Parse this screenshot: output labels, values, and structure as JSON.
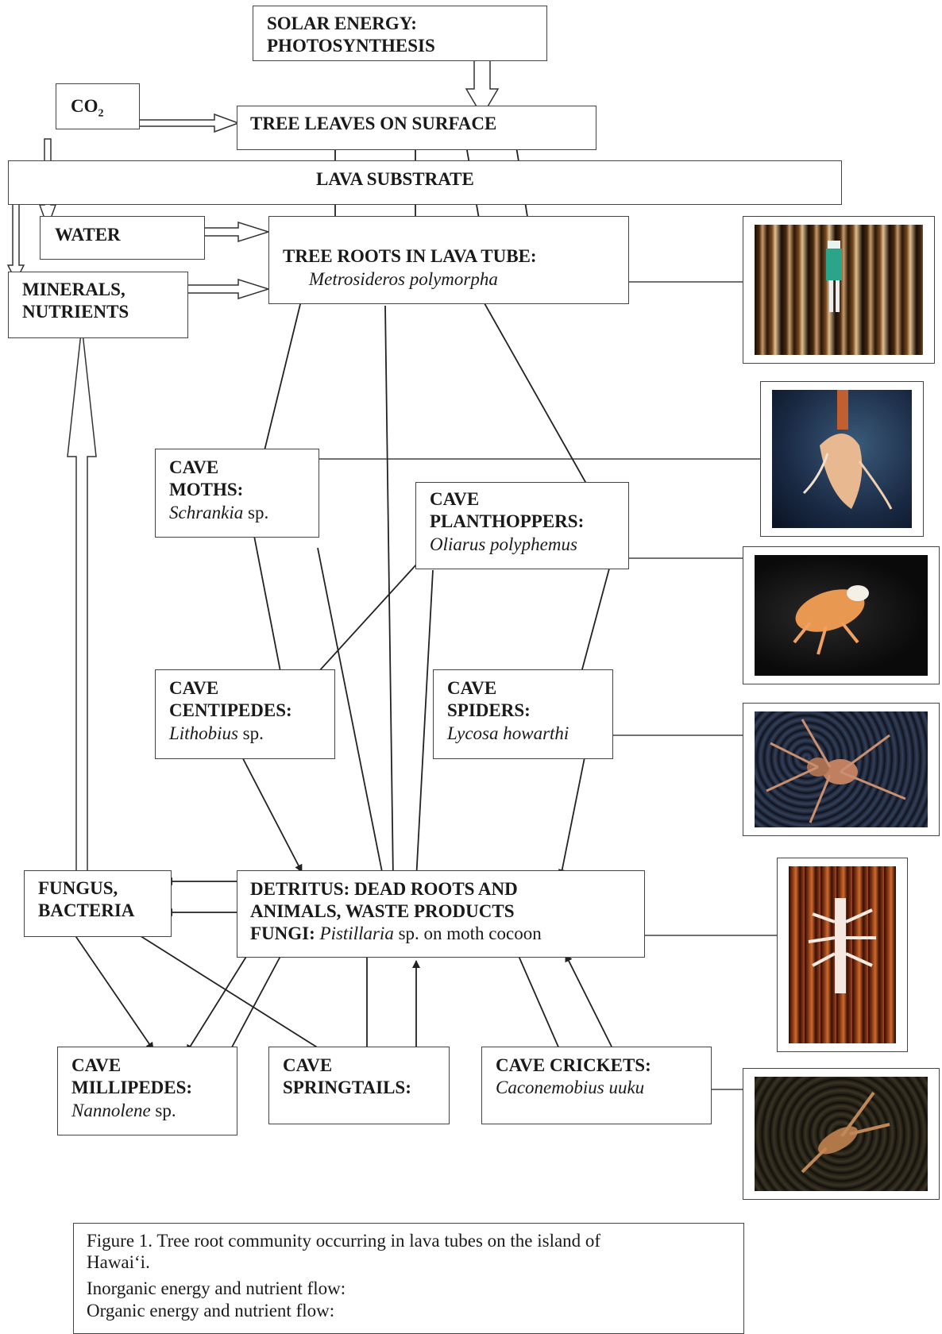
{
  "nodes": {
    "solar": [
      "SOLAR ENERGY:",
      "PHOTOSYNTHESIS"
    ],
    "co2": {
      "base": "CO",
      "sub": "2"
    },
    "leaves": "TREE LEAVES ON SURFACE",
    "lava": "LAVA SUBSTRATE",
    "water": "WATER",
    "minerals": [
      "MINERALS,",
      "NUTRIENTS"
    ],
    "roots": {
      "title": "TREE ROOTS IN LAVA TUBE:",
      "species": "Metrosideros polymorpha"
    },
    "moths": {
      "title": [
        "CAVE",
        "MOTHS:"
      ],
      "species": "Schrankia",
      "sp": " sp."
    },
    "planthoppers": {
      "title": [
        "CAVE",
        "PLANTHOPPERS:"
      ],
      "species": "Oliarus polyphemus"
    },
    "centipedes": {
      "title": [
        "CAVE",
        "CENTIPEDES:"
      ],
      "species": "Lithobius",
      "sp": " sp."
    },
    "spiders": {
      "title": [
        "CAVE",
        "SPIDERS:"
      ],
      "species": "Lycosa howarthi"
    },
    "fungus": [
      "FUNGUS,",
      "BACTERIA"
    ],
    "detritus": {
      "line1": "DETRITUS: DEAD ROOTS AND",
      "line2": "ANIMALS, WASTE PRODUCTS",
      "fungi": "FUNGI:",
      "fungi_species": "Pistillaria",
      "fungi_rest": " sp. on moth cocoon"
    },
    "millipedes": {
      "title": [
        "CAVE",
        "MILLIPEDES:"
      ],
      "species": "Nannolene",
      "sp": " sp."
    },
    "springtails": [
      "CAVE",
      "SPRINGTAILS:"
    ],
    "crickets": {
      "title": "CAVE CRICKETS:",
      "species": "Caconemobius uuku"
    }
  },
  "caption": {
    "line1": "Figure 1.  Tree root community occurring in lava tubes on the island of",
    "line2": "Hawai‘i.",
    "legend_inorganic": "Inorganic energy and nutrient flow:",
    "legend_organic": "Organic energy and nutrient flow:"
  },
  "photos": [
    "tree-roots-photo",
    "moth-photo",
    "planthopper-photo",
    "spider-photo",
    "millipede-photo",
    "cricket-photo"
  ],
  "colors": {
    "line": "#222222",
    "border": "#444444"
  }
}
